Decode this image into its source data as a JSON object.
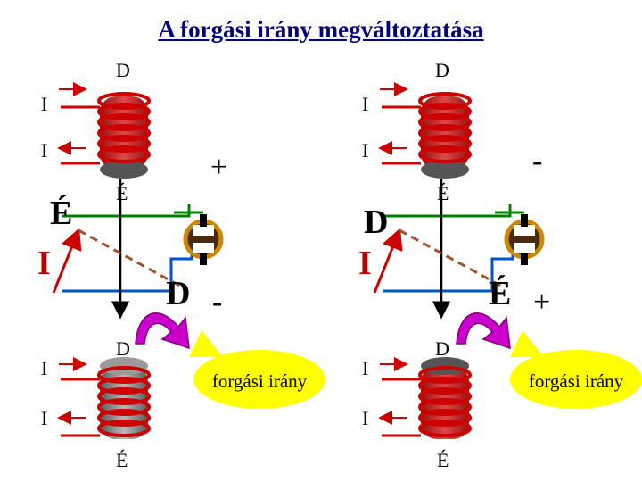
{
  "title": "A forgási irány megváltoztatása",
  "labels": {
    "D": "D",
    "E": "É",
    "I": "I",
    "plus": "+",
    "minus": "-"
  },
  "callout": "forgási irány",
  "colors": {
    "title": "#000080",
    "coil_wire": "#cc0000",
    "coil_core": "#808080",
    "current_arrow": "#cc0000",
    "field_line": "#008000",
    "loop_line": "#0055cc",
    "axis_line": "#000000",
    "needle_dashed": "#a0522d",
    "rotation_arrow": "#cc00cc",
    "callout_fill": "#ffff00",
    "brush": "#cc8800"
  }
}
